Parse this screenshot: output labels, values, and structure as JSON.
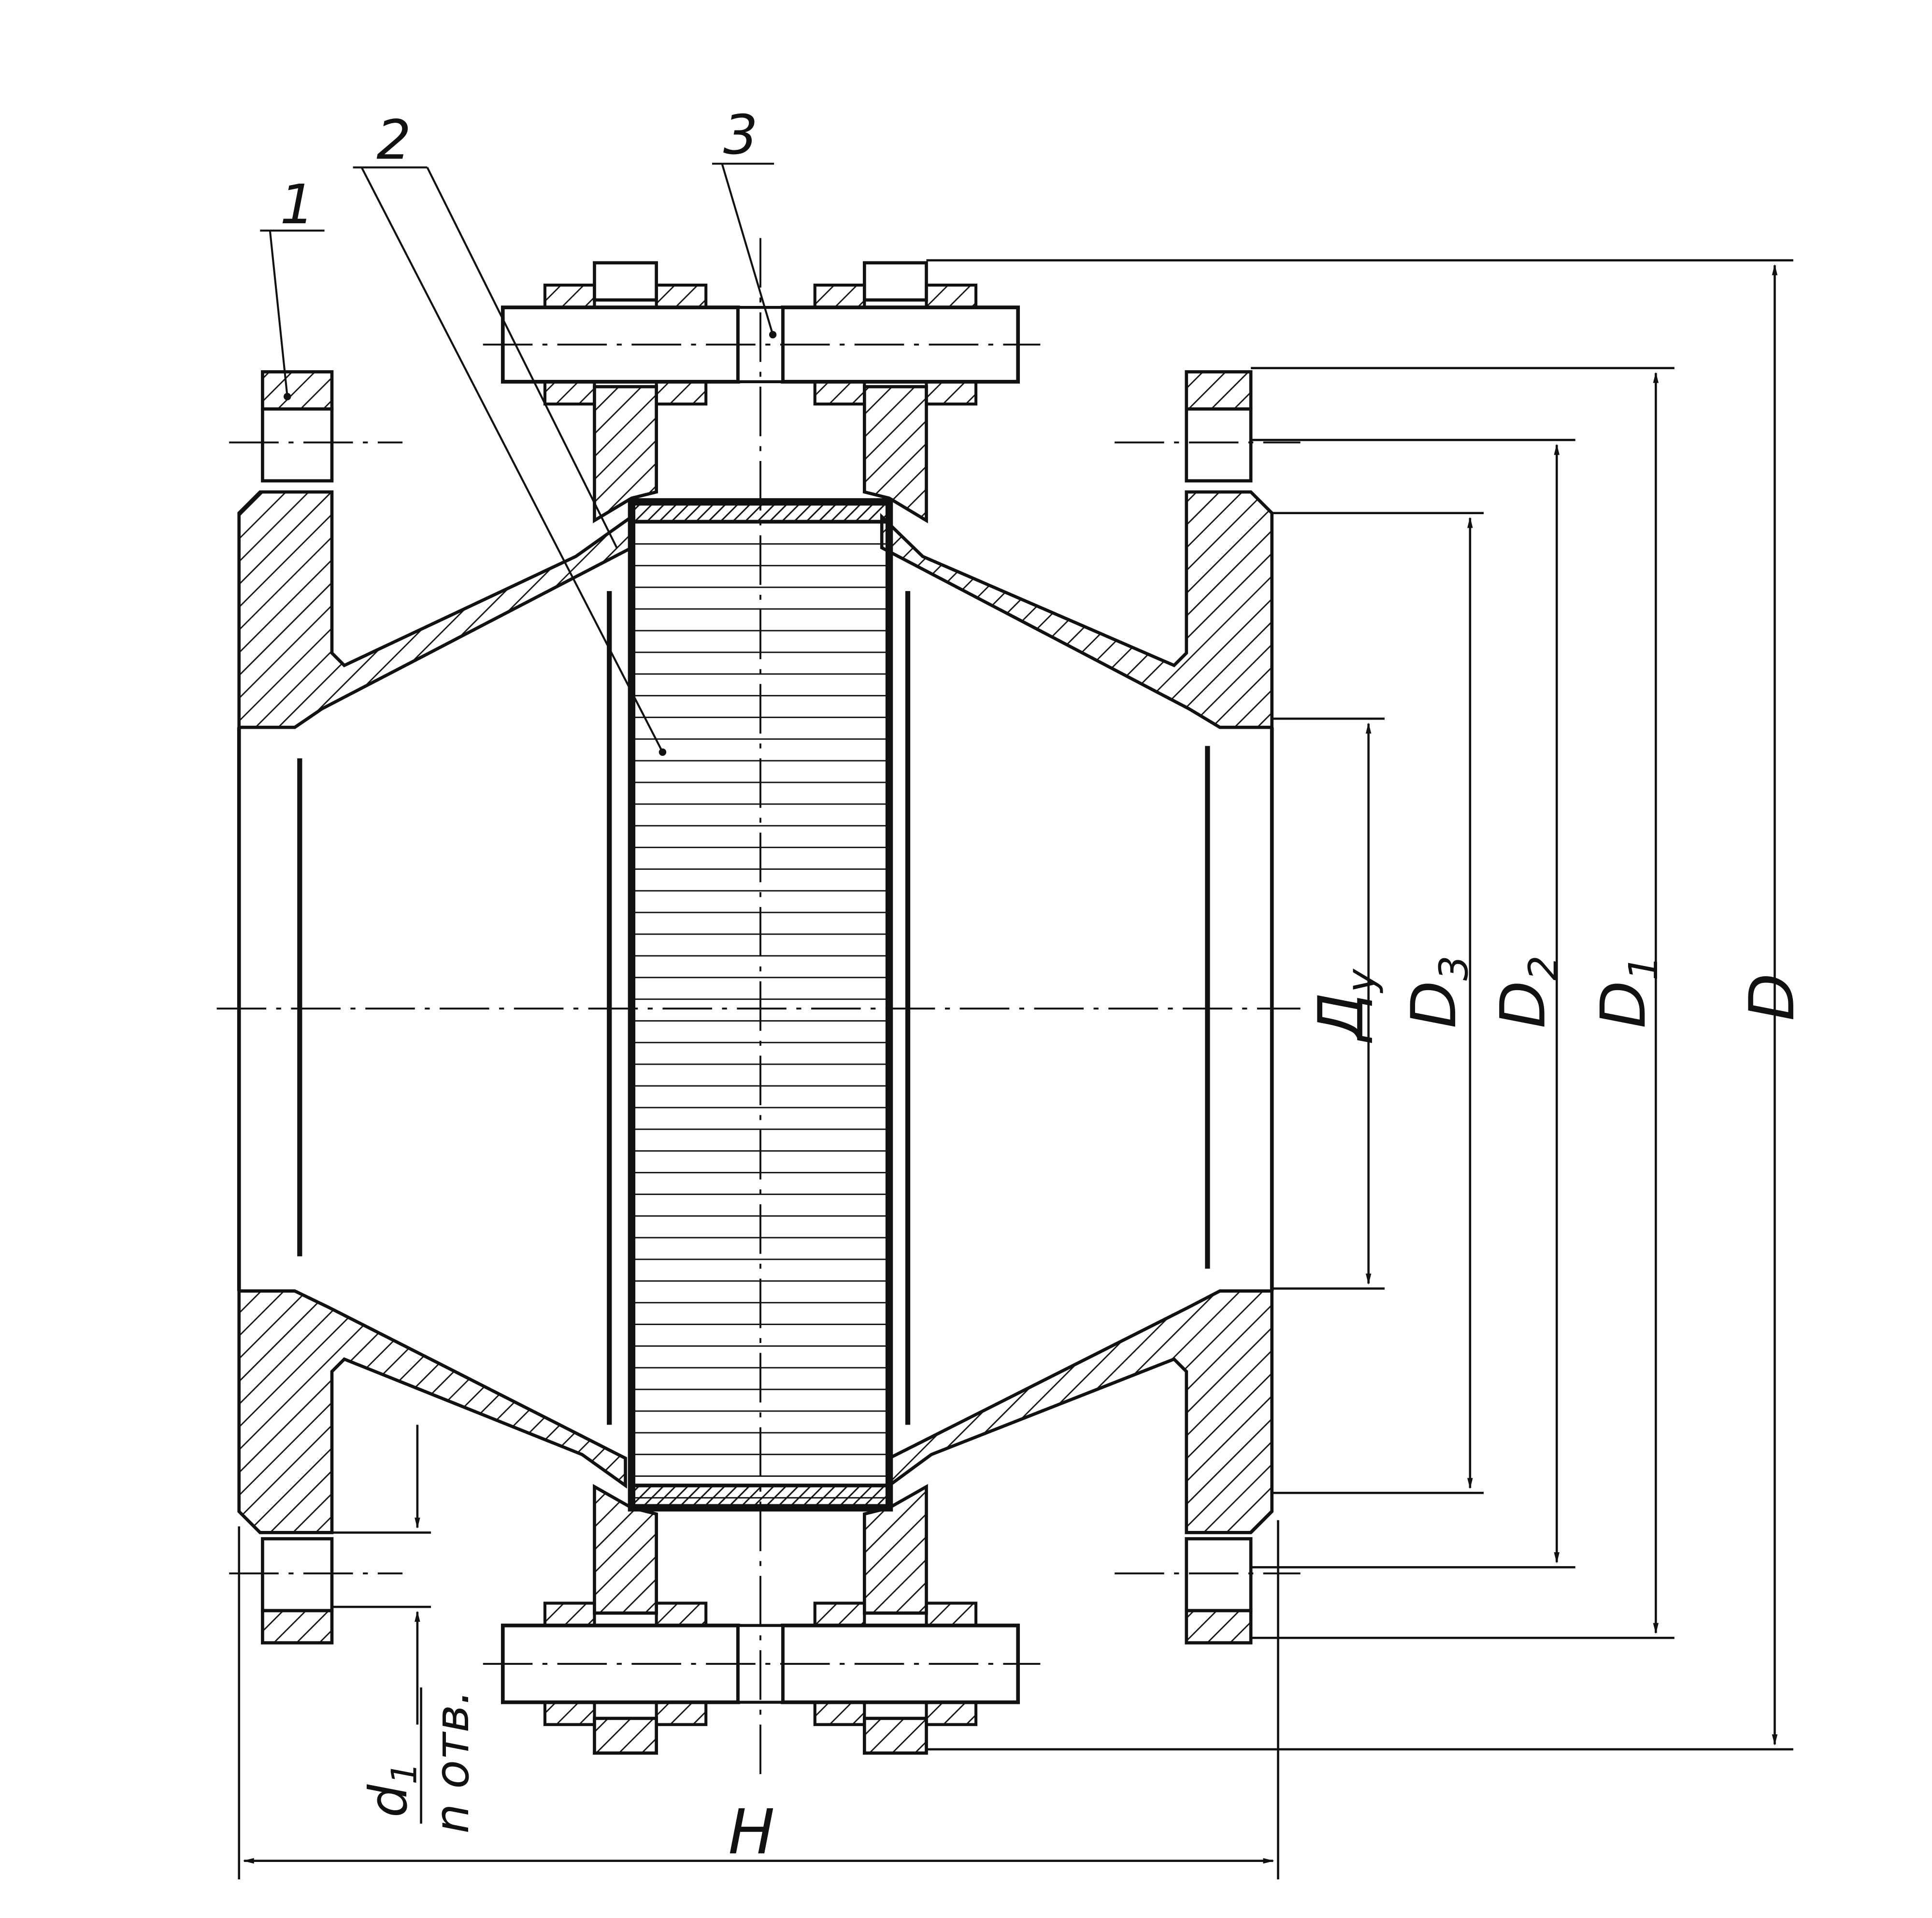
{
  "callouts": {
    "part_1": "1",
    "part_2": "2",
    "part_3": "3"
  },
  "dimensions": {
    "nominal_bore": "Д",
    "nominal_bore_subscript": "у",
    "d3": "D",
    "d3_subscript": "3",
    "d2": "D",
    "d2_subscript": "2",
    "d1": "D",
    "d1_subscript": "1",
    "d_outer": "D",
    "h_length": "H",
    "hole_diameter": "d",
    "hole_diameter_subscript": "1",
    "hole_count": "n отв."
  },
  "colors": {
    "ink": "#111111",
    "background": "#ffffff"
  }
}
